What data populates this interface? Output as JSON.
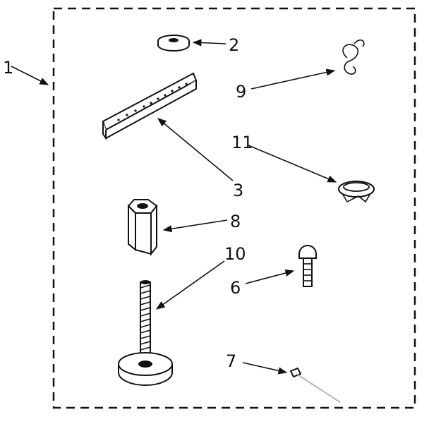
{
  "diagram": {
    "callouts": [
      {
        "id": "c1",
        "label": "1"
      },
      {
        "id": "c2",
        "label": "2"
      },
      {
        "id": "c3",
        "label": "3"
      },
      {
        "id": "c6",
        "label": "6"
      },
      {
        "id": "c7",
        "label": "7"
      },
      {
        "id": "c8",
        "label": "8"
      },
      {
        "id": "c9",
        "label": "9"
      },
      {
        "id": "c10",
        "label": "10"
      },
      {
        "id": "c11",
        "label": "11"
      }
    ]
  }
}
